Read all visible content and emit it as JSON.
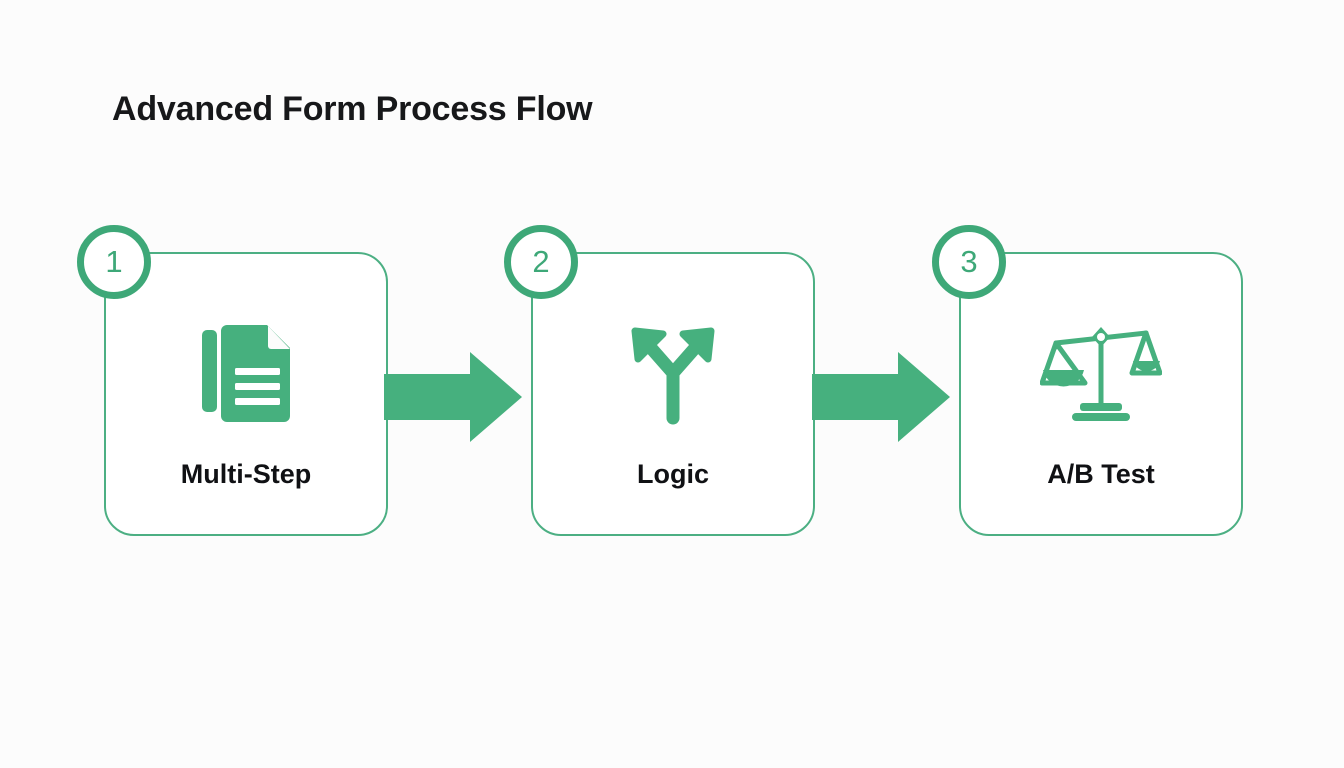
{
  "page": {
    "title": "Advanced Form Process Flow",
    "background_color": "#fcfcfc",
    "accent_color": "#46B07E",
    "border_color": "#4CAF83",
    "badge_color": "#3EA878",
    "text_color": "#101114"
  },
  "flow": {
    "steps": [
      {
        "number": "1",
        "label": "Multi-Step",
        "icon": "document-pages-icon"
      },
      {
        "number": "2",
        "label": "Logic",
        "icon": "branch-fork-arrow-icon"
      },
      {
        "number": "3",
        "label": "A/B Test",
        "icon": "balance-scale-icon"
      }
    ],
    "connectors": [
      {
        "icon": "arrow-right-icon",
        "direction": "right"
      },
      {
        "icon": "arrow-right-icon",
        "direction": "right"
      }
    ]
  }
}
